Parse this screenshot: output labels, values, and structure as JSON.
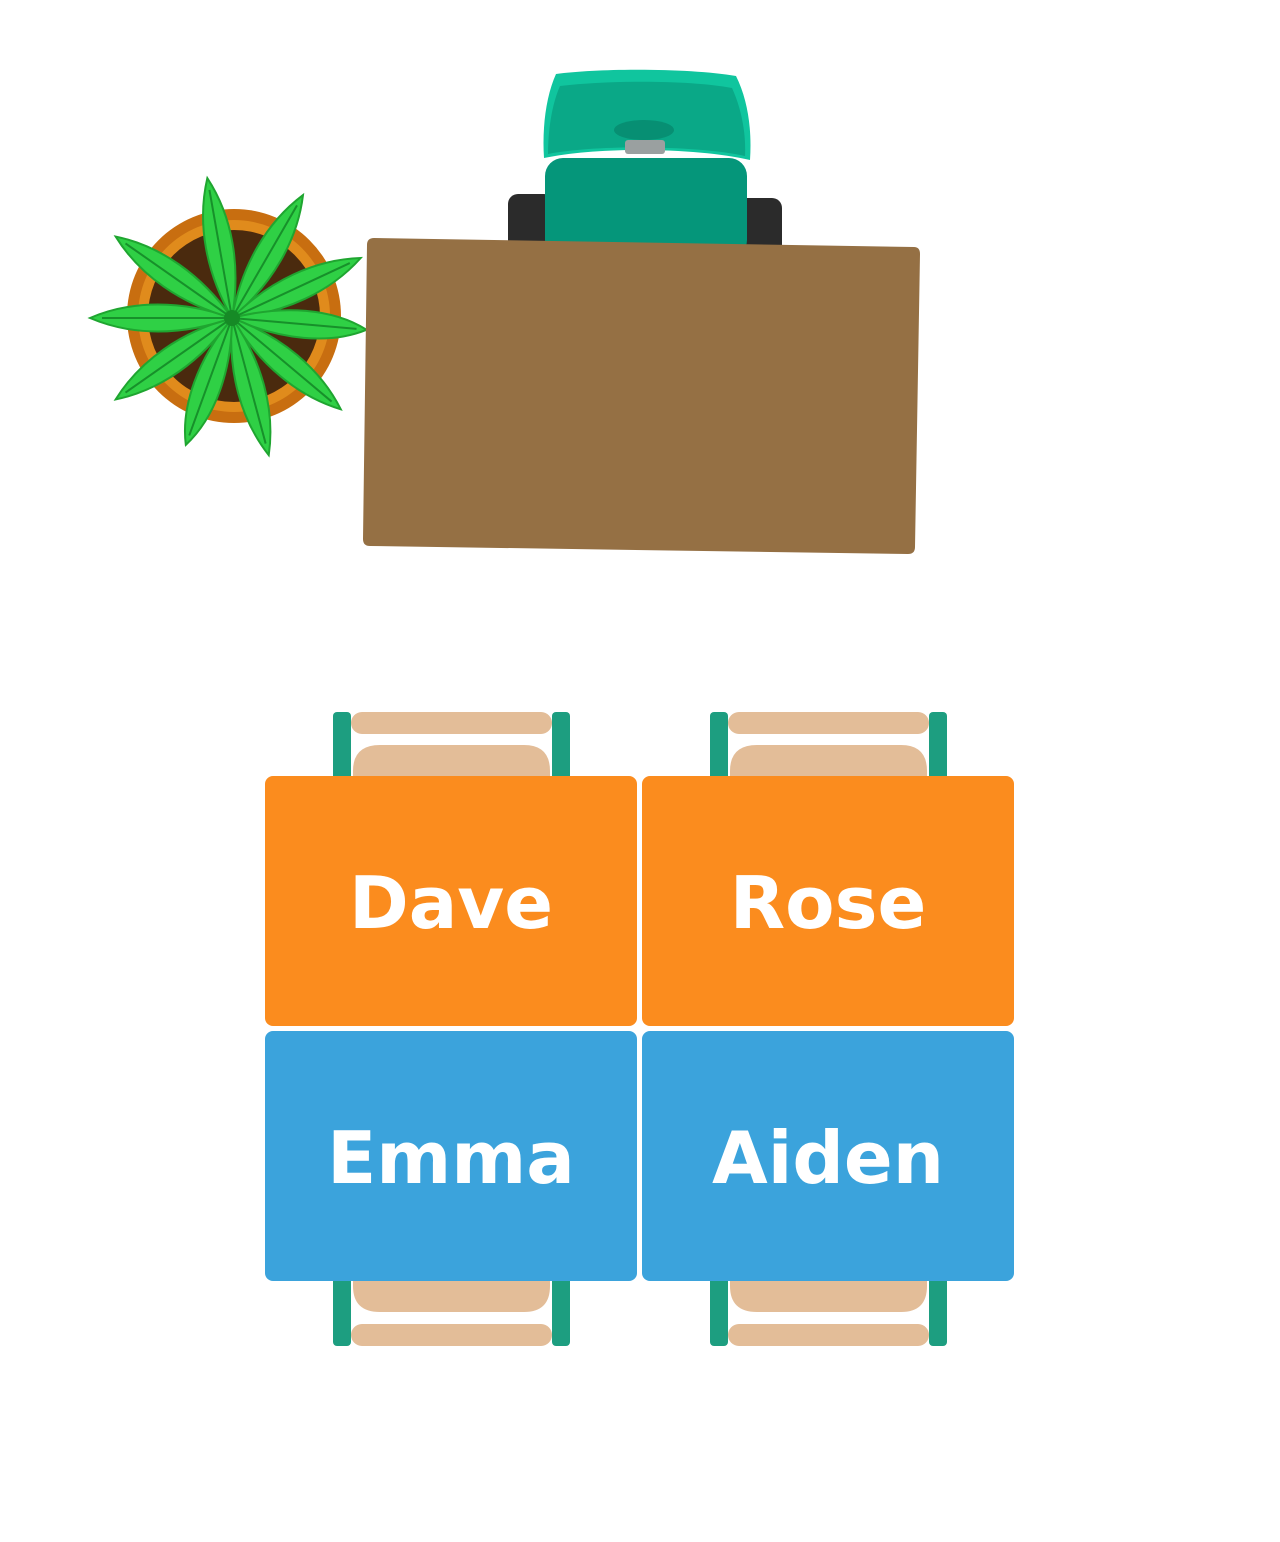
{
  "classroom": {
    "teacher_area": {
      "plant": "potted-plant-icon",
      "desk": "teacher-desk",
      "chair": "teacher-chair-icon"
    },
    "desks": [
      {
        "name": "Dave",
        "row": "front",
        "color": "#fb8c1e"
      },
      {
        "name": "Rose",
        "row": "front",
        "color": "#fb8c1e"
      },
      {
        "name": "Emma",
        "row": "back",
        "color": "#3ba3dc"
      },
      {
        "name": "Aiden",
        "row": "back",
        "color": "#3ba3dc"
      }
    ],
    "colors": {
      "front_desks": "#fb8c1e",
      "back_desks": "#3ba3dc",
      "teacher_desk": "#957044",
      "teacher_chair": "#0e9c7f",
      "student_chair_seat": "#e3bd98",
      "student_chair_frame": "#1d9e80",
      "plant_leaves": "#27c93b",
      "plant_pot": "#d07a12"
    }
  }
}
